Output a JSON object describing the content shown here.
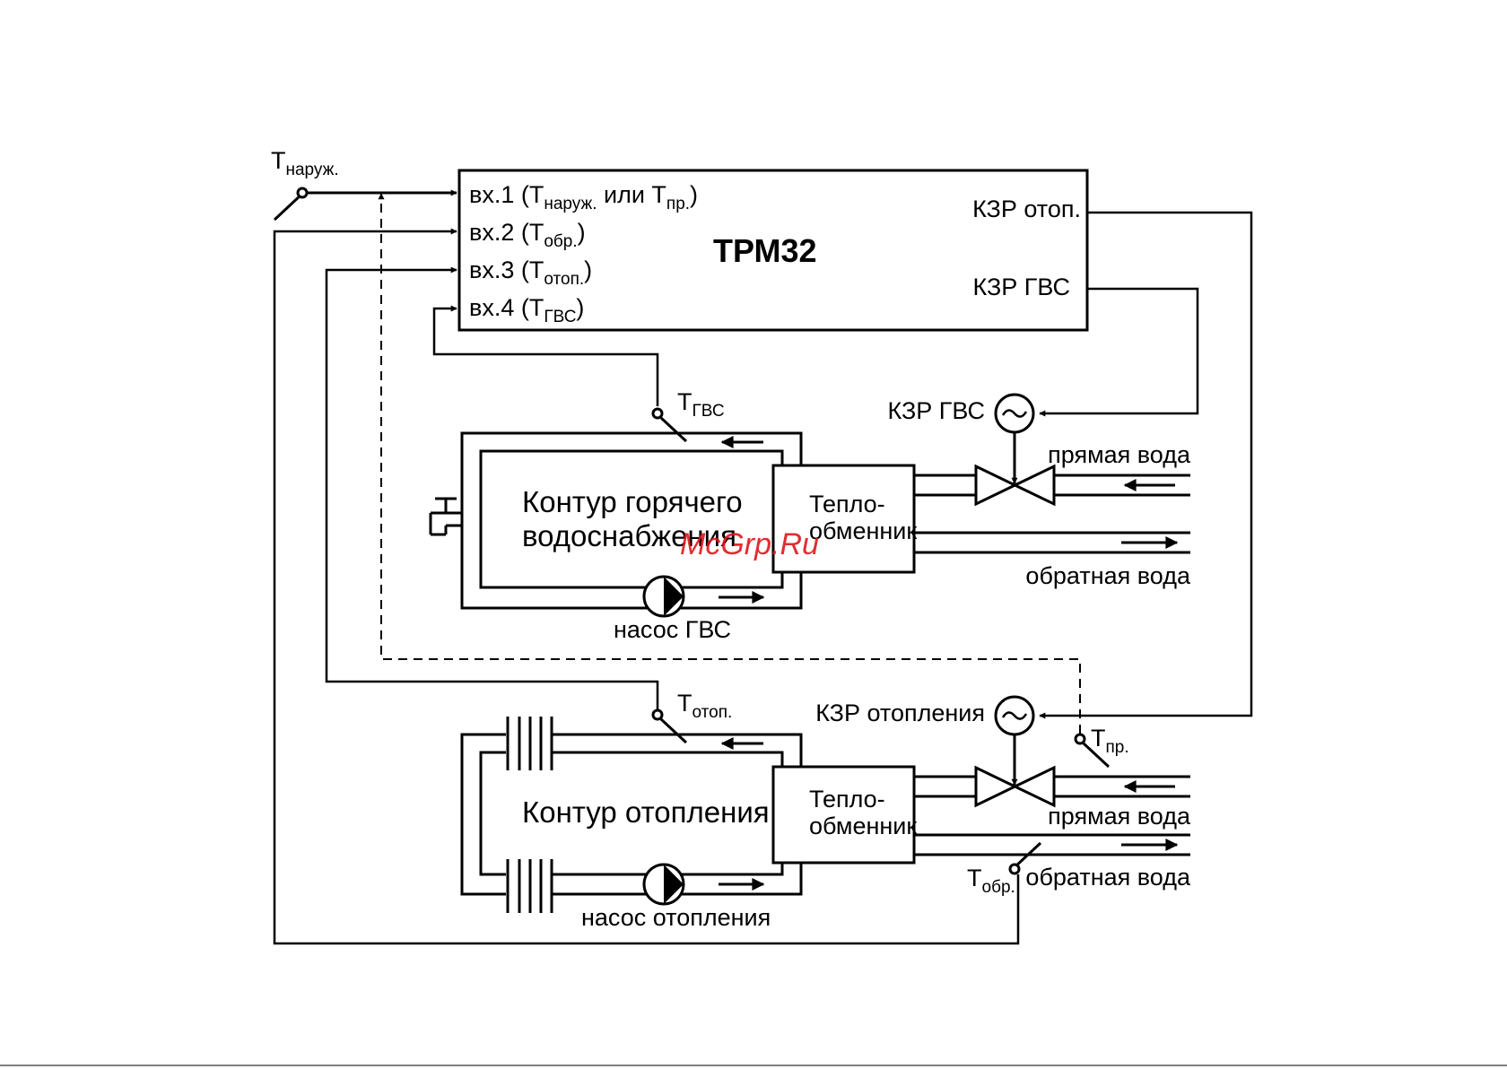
{
  "controller": {
    "title": "ТРМ32",
    "in1": {
      "prefix": "вх.1 (T",
      "sub1": "наруж.",
      "mid": " или T",
      "sub2": "пр.",
      "suffix": ")"
    },
    "in2": {
      "prefix": "вх.2 (T",
      "sub": "обр.",
      "suffix": ")"
    },
    "in3": {
      "prefix": "вх.3 (T",
      "sub": "отоп.",
      "suffix": ")"
    },
    "in4": {
      "prefix": "вх.4 (T",
      "sub": "ГВС",
      "suffix": ")"
    },
    "out_heating": "КЗР отоп.",
    "out_dhw": "КЗР ГВС"
  },
  "sensors": {
    "outdoor": {
      "main": "T",
      "sub": "наруж."
    },
    "dhw": {
      "main": "T",
      "sub": "ГВС"
    },
    "heating": {
      "main": "T",
      "sub": "отоп."
    },
    "supply": {
      "main": "T",
      "sub": "пр."
    },
    "return": {
      "main": "T",
      "sub": "обр."
    }
  },
  "dhw_circuit": {
    "name_line1": "Контур горячего",
    "name_line2": "водоснабжения",
    "exchanger_line1": "Тепло-",
    "exchanger_line2": "обменник",
    "pump": "насос ГВС",
    "valve": "КЗР ГВС",
    "supply_water": "прямая вода",
    "return_water": "обратная вода"
  },
  "heating_circuit": {
    "name": "Контур отопления",
    "exchanger_line1": "Тепло-",
    "exchanger_line2": "обменник",
    "pump": "насос отопления",
    "valve": "КЗР отопления",
    "supply_water": "прямая вода",
    "return_water": "обратная вода"
  },
  "watermark": "McGrp.Ru"
}
